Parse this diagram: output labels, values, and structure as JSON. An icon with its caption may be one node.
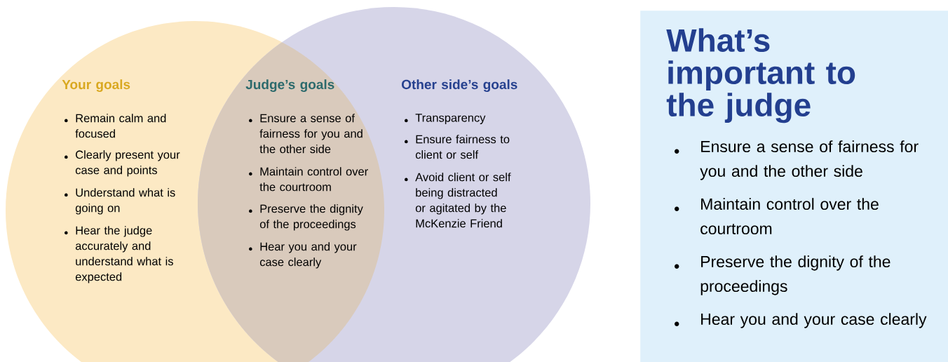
{
  "diagram": {
    "nodes": [
      {
        "text": [
          "Your goals",
          "Remain calm and focused",
          "Clearly present your case and points",
          "Understand what is going on",
          "Hear the judge accurately and understand what is expected"
        ]
      },
      {
        "text": [
          "Judge’s goals",
          "Ensure a sense of fairness for you and the other side",
          "Maintain control over the courtroom",
          "Preserve the dignity of the proceedings",
          "Hear you and your case clearly"
        ]
      },
      {
        "text": [
          "Other side’s goals",
          "Transparency",
          "Ensure fairness to client or self",
          "Avoid client or self being distracted or agitated by the McKenzie Friend"
        ]
      },
      {
        "text": [
          "What’s important to the judge",
          "Ensure a sense of fairness for you and the other side",
          "Maintain control over the courtroom",
          "Preserve the dignity of the proceedings",
          "Hear you and your case clearly"
        ]
      }
    ],
    "edges": []
  }
}
